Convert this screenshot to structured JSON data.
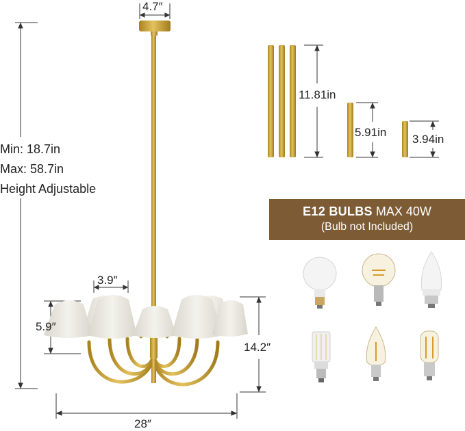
{
  "dimensions": {
    "canopy_width": "4.7″",
    "height_min": "Min: 18.7in",
    "height_max": "Max: 58.7in",
    "height_note": "Height Adjustable",
    "shade_width": "3.9″",
    "shade_height": "5.9″",
    "body_height": "14.2″",
    "total_width": "28″"
  },
  "rods": {
    "long": "11.81in",
    "medium": "5.91in",
    "short": "3.94in"
  },
  "banner": {
    "bold": "E12 BULBS",
    "rest": "MAX 40W",
    "note": "(Bulb not Included)"
  },
  "bulbs": {
    "labels": [
      "globe-led-bulb",
      "filament-globe-bulb",
      "candle-led-bulb",
      "corn-led-bulb",
      "flame-tip-filament-bulb",
      "tubular-filament-bulb"
    ]
  },
  "colors": {
    "brass": "#c9a33a",
    "shade": "#ecebe4",
    "banner": "#7d5b35"
  }
}
